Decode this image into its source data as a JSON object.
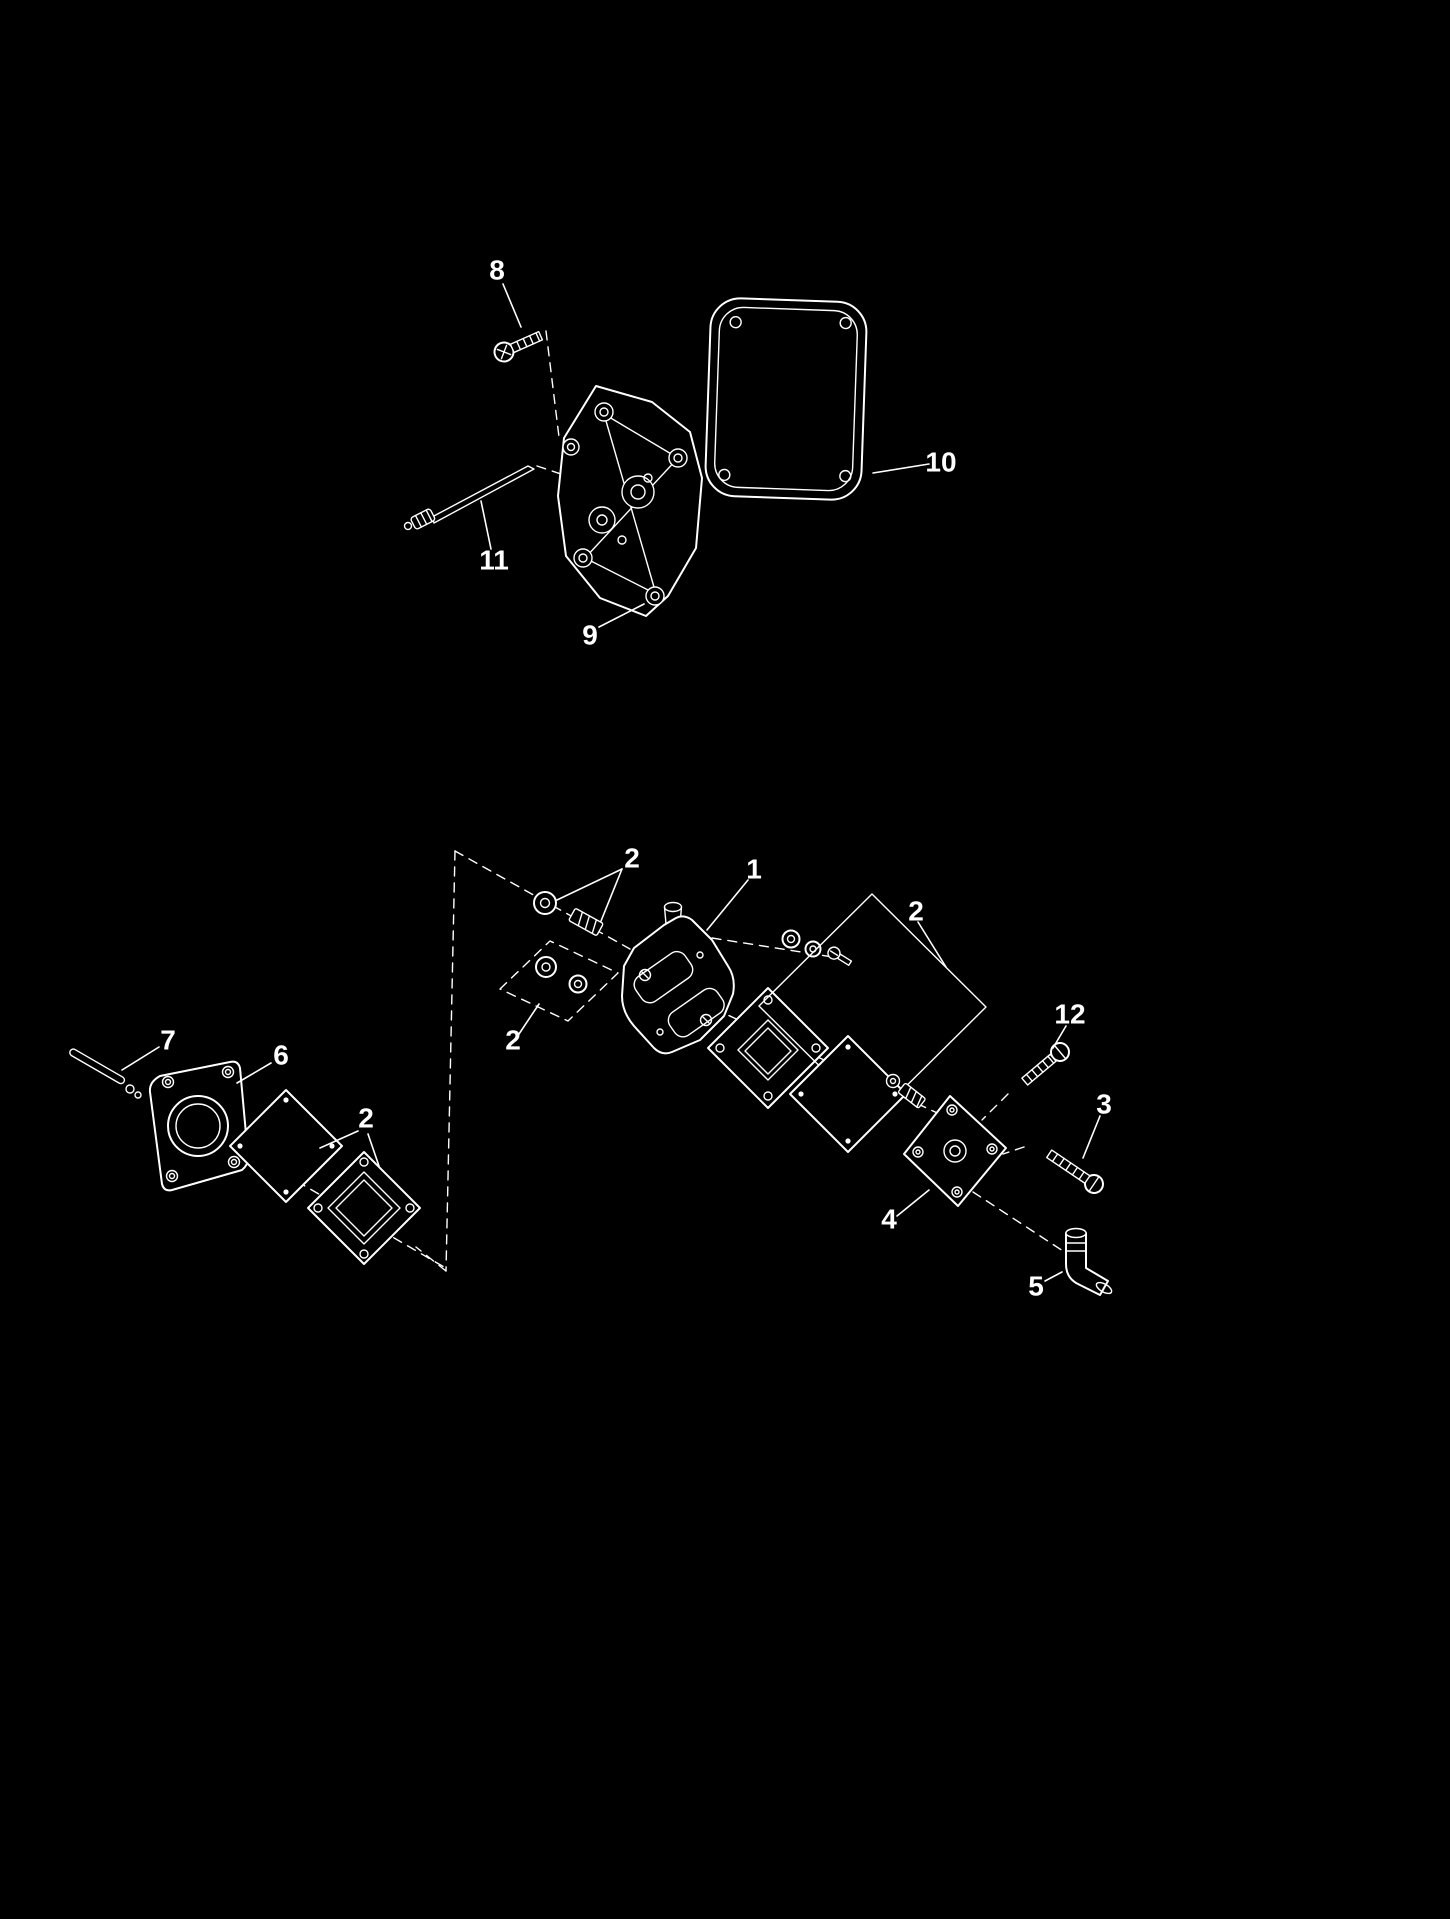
{
  "diagram": {
    "type": "exploded-parts-diagram",
    "background_color": "#000000",
    "line_color": "#ffffff",
    "callouts": [
      {
        "label": "8"
      },
      {
        "label": "10"
      },
      {
        "label": "11"
      },
      {
        "label": "9"
      },
      {
        "label": "2"
      },
      {
        "label": "1"
      },
      {
        "label": "2"
      },
      {
        "label": "12"
      },
      {
        "label": "2"
      },
      {
        "label": "7"
      },
      {
        "label": "6"
      },
      {
        "label": "3"
      },
      {
        "label": "2"
      },
      {
        "label": "4"
      },
      {
        "label": "5"
      }
    ]
  }
}
